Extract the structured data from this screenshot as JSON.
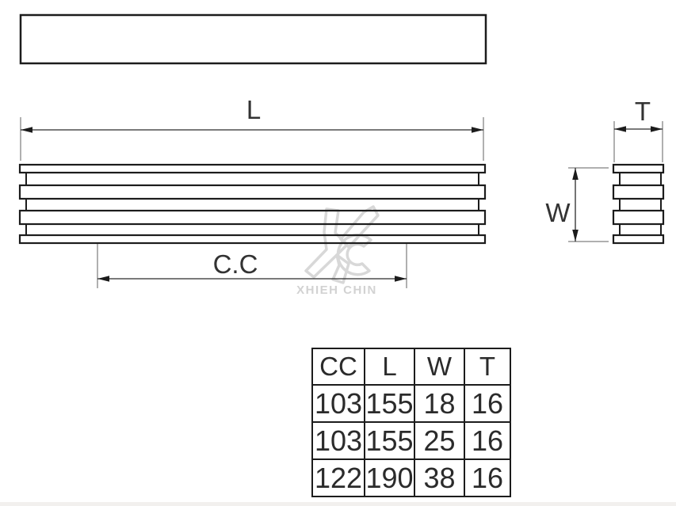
{
  "drawing": {
    "dimensions": {
      "length_label": "L",
      "center_to_center_label": "C.C",
      "width_label": "W",
      "thickness_label": "T"
    },
    "watermark": {
      "brand": "XHIEH CHIN"
    },
    "colors": {
      "line": "#1c1c1c",
      "dimension_line": "#2a2a2a",
      "extension_line": "#606060",
      "watermark": "#d6d6d6",
      "background": "#ffffff"
    }
  },
  "spec_table": {
    "headers": [
      "CC",
      "L",
      "W",
      "T"
    ],
    "rows": [
      [
        "103",
        "155",
        "18",
        "16"
      ],
      [
        "103",
        "155",
        "25",
        "16"
      ],
      [
        "122",
        "190",
        "38",
        "16"
      ]
    ]
  }
}
